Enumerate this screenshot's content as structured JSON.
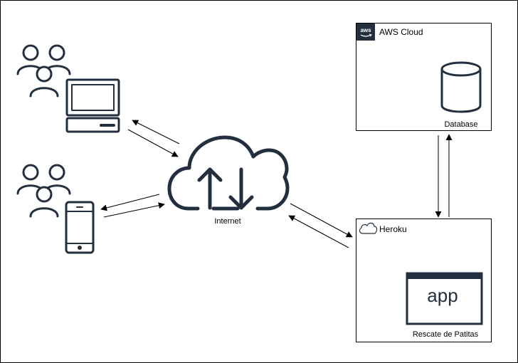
{
  "diagram": {
    "nodes": {
      "internet": {
        "label": "Internet",
        "icon": "cloud-upload-download-icon"
      },
      "desktop_users": {
        "icon": "users-group-icon",
        "device_icon": "desktop-computer-icon"
      },
      "mobile_users": {
        "icon": "users-group-icon",
        "device_icon": "mobile-phone-icon"
      },
      "aws": {
        "label": "AWS Cloud",
        "badge": "aws",
        "icon": "aws-logo-icon"
      },
      "database": {
        "label": "Database",
        "icon": "database-cylinder-icon"
      },
      "heroku": {
        "label": "Heroku",
        "icon": "heroku-cloud-icon"
      },
      "app": {
        "text": "app",
        "label": "Rescate de Patitas",
        "icon": "application-window-icon"
      }
    },
    "edges": [
      {
        "from": "desktop_users",
        "to": "internet",
        "bidirectional": true
      },
      {
        "from": "mobile_users",
        "to": "internet",
        "bidirectional": true
      },
      {
        "from": "internet",
        "to": "heroku",
        "bidirectional": true
      },
      {
        "from": "heroku",
        "to": "database",
        "bidirectional": true
      }
    ]
  },
  "colors": {
    "stroke": "#232f3e",
    "border": "#000000",
    "arrow": "#000000",
    "aws_badge": "#232f3e",
    "background": "#ffffff"
  }
}
